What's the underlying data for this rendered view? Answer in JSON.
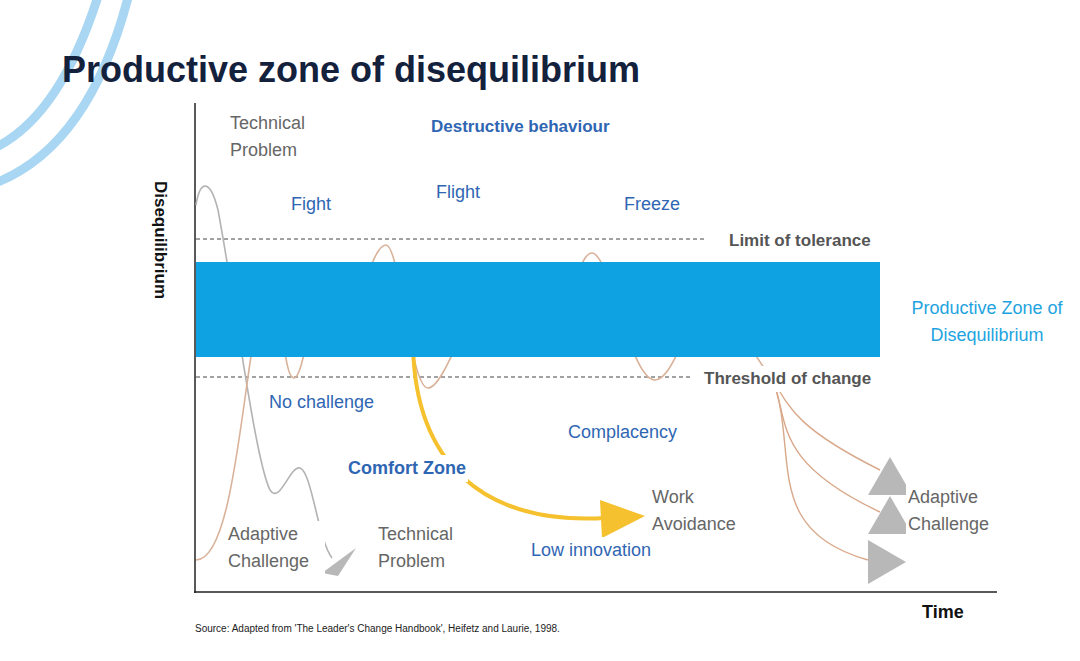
{
  "diagram": {
    "title": "Productive zone of disequilibrium",
    "caption": "Source: Adapted from 'The Leader's Change Handbook', Heifetz and Laurie, 1998.",
    "nodes": [
      {
        "text": [
          "Productive Zone of Disequilibrium"
        ]
      }
    ],
    "labels": [
      "Disequilibrium",
      "Time",
      "Technical Problem",
      "Destructive behaviour",
      "Fight",
      "Flight",
      "Freeze",
      "Limit of tolerance",
      "Threshold of change",
      "No challenge",
      "Complacency",
      "Comfort Zone",
      "Work Avoidance",
      "Low innovation",
      "Adaptive Challenge",
      "Technical Problem",
      "Adaptive Challenge"
    ]
  }
}
